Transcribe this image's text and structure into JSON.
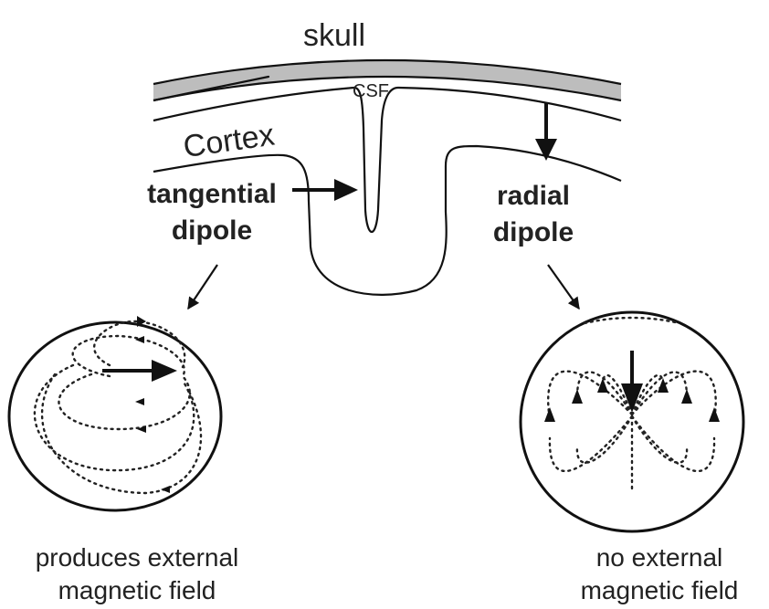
{
  "labels": {
    "skull": "skull",
    "csf": "CSF",
    "cortex": "Cortex",
    "tangential_line1": "tangential",
    "tangential_line2": "dipole",
    "radial_line1": "radial",
    "radial_line2": "dipole",
    "left_caption_line1": "produces external",
    "left_caption_line2": "magnetic field",
    "right_caption_line1": "no external",
    "right_caption_line2": "magnetic field"
  }
}
